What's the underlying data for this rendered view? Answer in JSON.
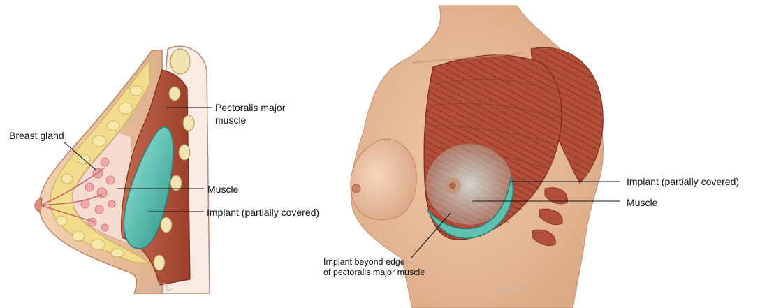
{
  "left_panel": {
    "labels": {
      "breast_gland": "Breast gland",
      "pectoralis_line1": "Pectoralis major",
      "pectoralis_line2": "muscle",
      "muscle": "Muscle",
      "implant": "Implant (partially covered)"
    },
    "signature": "LAHC"
  },
  "right_panel": {
    "labels": {
      "implant": "Implant (partially covered)",
      "muscle": "Muscle",
      "beyond_line1": "Implant beyond edge",
      "beyond_line2": "of pectoralis major muscle"
    },
    "signature": "LAHC"
  },
  "colors": {
    "skin": "#e8c2a0",
    "fat": "#f1dc8c",
    "muscle": "#b5523c",
    "implant": "#5fc1b2",
    "gland": "#f0a8a8",
    "bone": "#f2e4b2"
  }
}
